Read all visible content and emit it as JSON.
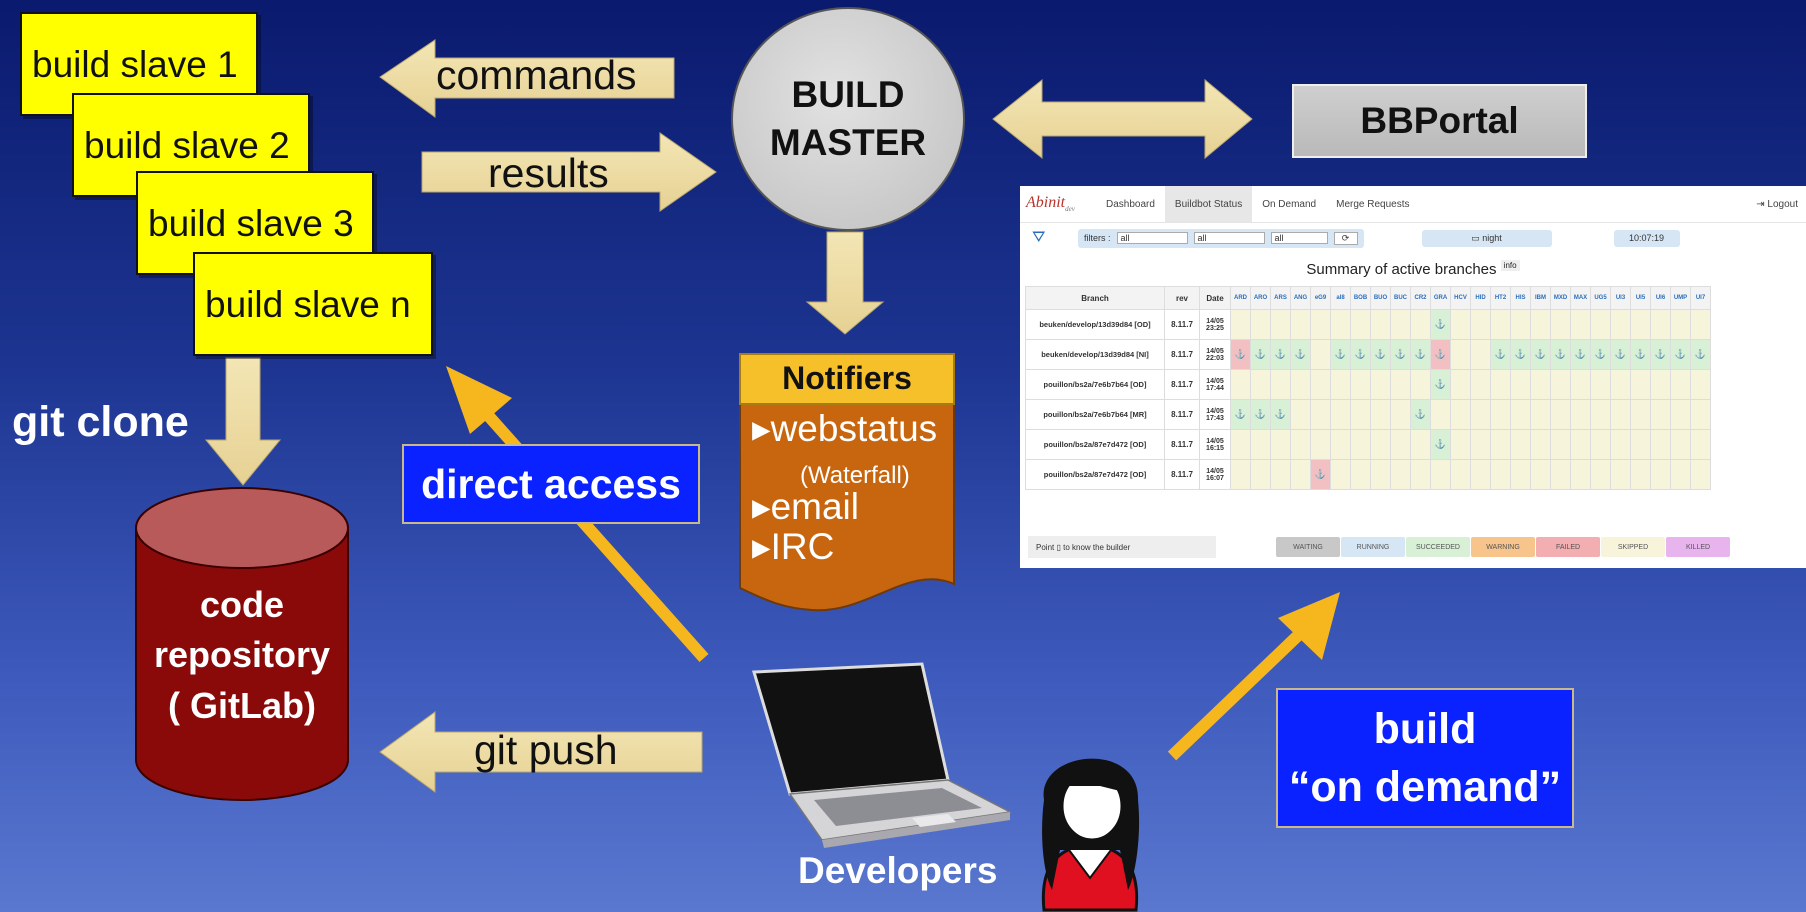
{
  "slaves": [
    "build slave 1",
    "build slave 2",
    "build slave 3",
    "build slave n"
  ],
  "arrows": {
    "commands": "commands",
    "results": "results",
    "git_push": "git push"
  },
  "git_clone": "git clone",
  "build_master": {
    "line1": "BUILD",
    "line2": "MASTER"
  },
  "bbportal": "BBPortal",
  "notifiers": {
    "title": "Notifiers",
    "items": [
      "webstatus",
      "(Waterfall)",
      "email",
      "IRC"
    ]
  },
  "repository": {
    "line1": "code",
    "line2": "repository",
    "line3": "( GitLab)"
  },
  "direct_access": "direct access",
  "on_demand": {
    "line1": "build",
    "line2": "“on demand”"
  },
  "developers": "Developers",
  "dashboard": {
    "logo": "Abinit",
    "logo_sub": "dev",
    "tabs": [
      "Dashboard",
      "Buildbot Status",
      "On Demand",
      "Merge Requests"
    ],
    "active_tab": 1,
    "logout": "Logout",
    "filters_label": "filters :",
    "filter_values": [
      "all",
      "all",
      "all"
    ],
    "theme": "night",
    "clock": "10:07:19",
    "summary_title": "Summary of active branches",
    "info_button": "info",
    "columns": [
      "Branch",
      "rev",
      "Date"
    ],
    "builders": [
      "ARD",
      "ARO",
      "ARS",
      "ANG",
      "eG9",
      "al8",
      "BOB",
      "BUO",
      "BUC",
      "CR2",
      "GRA",
      "HCV",
      "HID",
      "HT2",
      "HIS",
      "IBM",
      "MXD",
      "MAX",
      "UG5",
      "UI3",
      "UI5",
      "UI6",
      "UMP",
      "UI7"
    ],
    "rows": [
      {
        "branch": "beuken/develop/13d39d84 [OD]",
        "rev": "8.11.7",
        "date": "14/05",
        "time": "23:25"
      },
      {
        "branch": "beuken/develop/13d39d84 [NI]",
        "rev": "8.11.7",
        "date": "14/05",
        "time": "22:03"
      },
      {
        "branch": "pouillon/bs2a/7e6b7b64 [OD]",
        "rev": "8.11.7",
        "date": "14/05",
        "time": "17:44"
      },
      {
        "branch": "pouillon/bs2a/7e6b7b64 [MR]",
        "rev": "8.11.7",
        "date": "14/05",
        "time": "17:43"
      },
      {
        "branch": "pouillon/bs2a/87e7d472 [OD]",
        "rev": "8.11.7",
        "date": "14/05",
        "time": "16:15"
      },
      {
        "branch": "pouillon/bs2a/87e7d472 [OD]",
        "rev": "8.11.7",
        "date": "14/05",
        "time": "16:07"
      }
    ],
    "point_hint": "Point",
    "point_hint2": "to know the builder",
    "legend": [
      {
        "label": "WAITING",
        "color": "#c8c8c8"
      },
      {
        "label": "RUNNING",
        "color": "#d6e6f5"
      },
      {
        "label": "SUCCEEDED",
        "color": "#d8f0d6"
      },
      {
        "label": "WARNING",
        "color": "#f7c48b"
      },
      {
        "label": "FAILED",
        "color": "#f2aeb0"
      },
      {
        "label": "SKIPPED",
        "color": "#f8f4dc"
      },
      {
        "label": "KILLED",
        "color": "#e8b4ee"
      }
    ],
    "colors": {
      "pending": "#f7f4dc",
      "success": "#d8f0d6",
      "failed": "#f2c0c2"
    }
  }
}
